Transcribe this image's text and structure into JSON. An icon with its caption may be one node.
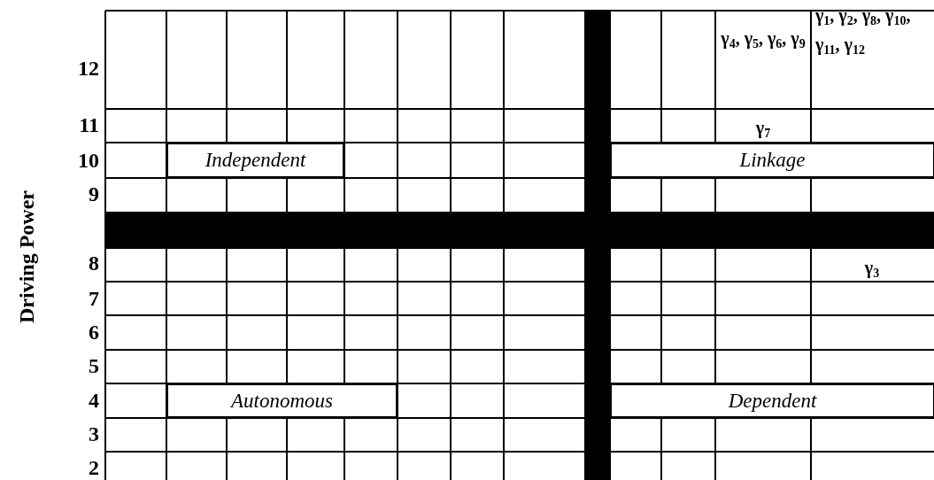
{
  "diagram": {
    "nodes": [
      {
        "text": [
          "Independent"
        ]
      },
      {
        "text": [
          "Linkage"
        ]
      },
      {
        "text": [
          "Autonomous"
        ]
      },
      {
        "text": [
          "Dependent"
        ]
      }
    ],
    "labels": [
      "Driving Power",
      "12",
      "γ$_{4}$, γ$_{5}$, γ$_{6}$, γ$_{9}$",
      "γ$_{1}$, γ$_{2}$, γ$_{8}$, γ$_{10}$, γ$_{11}$, γ$_{12}$",
      "11",
      "γ$_{7}$",
      "10",
      "9",
      "8",
      "γ$_{3}$",
      "7",
      "6",
      "5",
      "4",
      "3",
      "2"
    ]
  }
}
